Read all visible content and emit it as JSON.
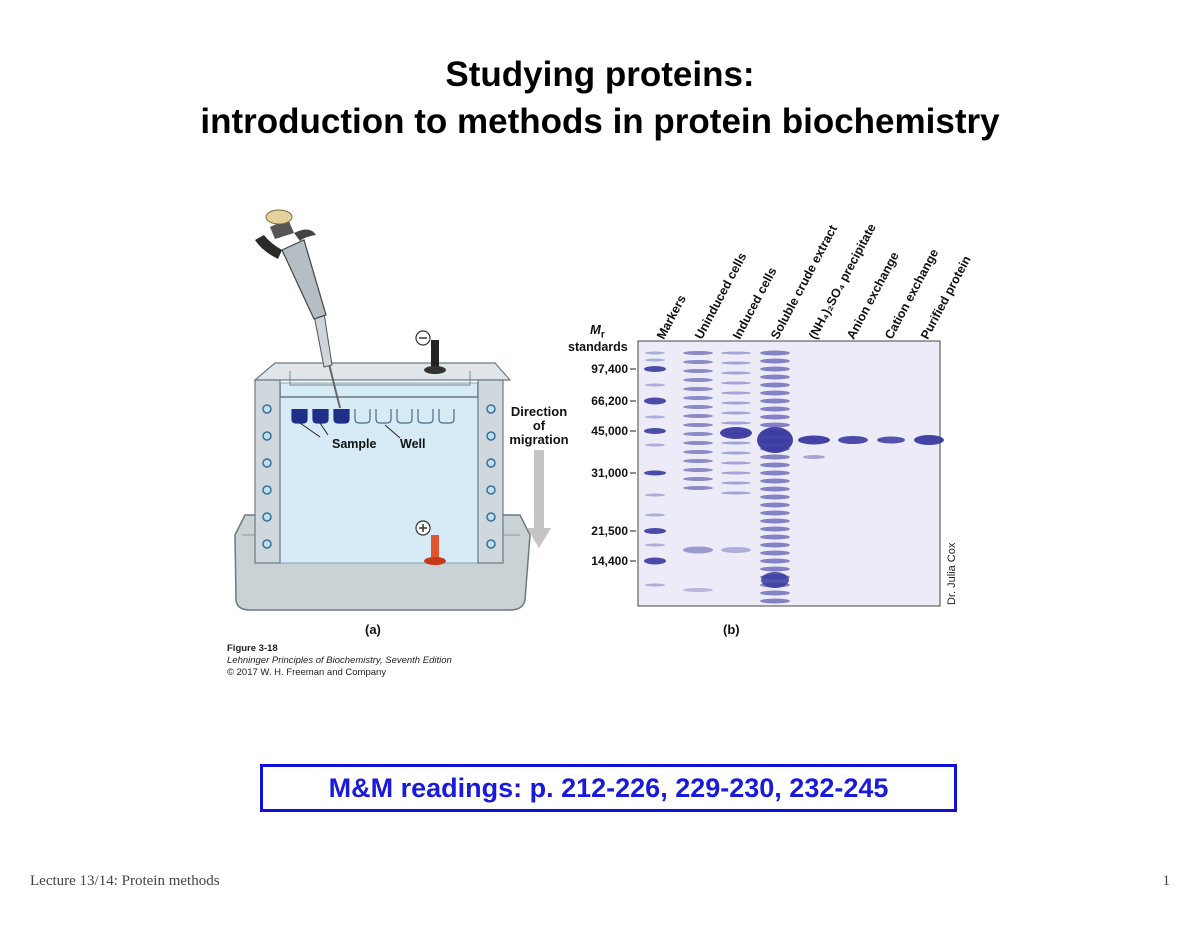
{
  "title": {
    "line1": "Studying proteins:",
    "line2": "introduction to methods in protein biochemistry"
  },
  "figure": {
    "panel_a": {
      "label": "(a)",
      "sample": "Sample",
      "well": "Well",
      "direction_line1": "Direction",
      "direction_line2": "of",
      "direction_line3": "migration",
      "minus_symbol": "⊖",
      "plus_symbol": "⊕"
    },
    "panel_b": {
      "label": "(b)",
      "mr_label": "M",
      "mr_sub": "r",
      "standards_label": "standards",
      "mw_standards": [
        "97,400",
        "66,200",
        "45,000",
        "31,000",
        "21,500",
        "14,400"
      ],
      "lanes": [
        "Markers",
        "Uninduced cells",
        "Induced cells",
        "Soluble crude extract",
        "(NH₄)₂SO₄ precipitate",
        "Anion exchange",
        "Cation exchange",
        "Purified protein"
      ],
      "credit": "Dr. Julia Cox"
    },
    "caption": {
      "figure_number": "Figure 3-18",
      "book": "Lehninger Principles of Biochemistry, Seventh Edition",
      "copyright": "© 2017 W. H. Freeman and Company"
    },
    "colors": {
      "gel_band": "#3a3aa0",
      "gel_background": "#e9e9f6",
      "buffer": "#d6ebf6",
      "accent_box": "#1010dd"
    }
  },
  "readings": "M&M readings: p. 212-226, 229-230, 232-245",
  "footer": {
    "left": "Lecture 13/14: Protein methods",
    "page": "1"
  }
}
